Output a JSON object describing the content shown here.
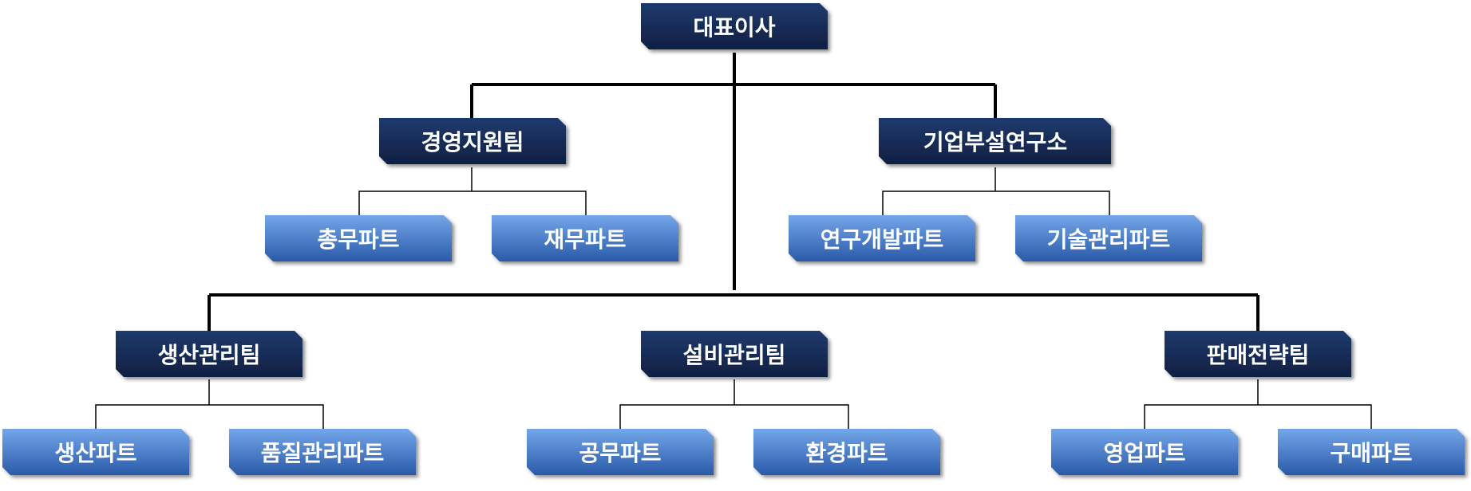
{
  "org_chart": {
    "ceo": {
      "label": "대표이사"
    },
    "teams": {
      "management_support": {
        "label": "경영지원팀"
      },
      "rnd_center": {
        "label": "기업부설연구소"
      },
      "production": {
        "label": "생산관리팀"
      },
      "facility": {
        "label": "설비관리팀"
      },
      "sales": {
        "label": "판매전략팀"
      }
    },
    "parts": {
      "general_affairs": {
        "label": "총무파트"
      },
      "finance": {
        "label": "재무파트"
      },
      "rnd": {
        "label": "연구개발파트"
      },
      "tech_mgmt": {
        "label": "기술관리파트"
      },
      "production_part": {
        "label": "생산파트"
      },
      "quality": {
        "label": "품질관리파트"
      },
      "engineering": {
        "label": "공무파트"
      },
      "environment": {
        "label": "환경파트"
      },
      "business": {
        "label": "영업파트"
      },
      "purchasing": {
        "label": "구매파트"
      }
    }
  },
  "colors": {
    "dark_box": "#13254a",
    "dark_box_top": "#1e3766",
    "light_box_top": "#6fa2e6",
    "light_box_bottom": "#2d5fae",
    "text": "#ffffff",
    "connector": "#000000"
  }
}
